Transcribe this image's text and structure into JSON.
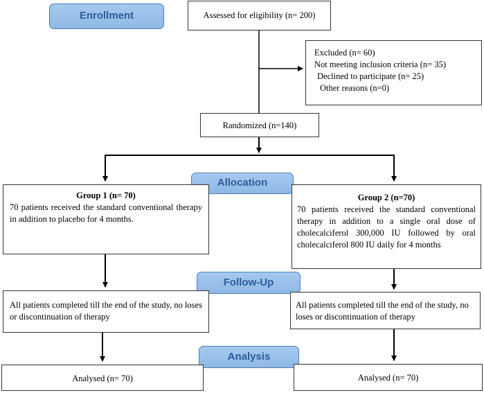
{
  "stages": {
    "enrollment": "Enrollment",
    "allocation": "Allocation",
    "follow_up": "Follow-Up",
    "analysis": "Analysis"
  },
  "assessed": "Assessed for eligibility (n= 200)",
  "excluded": {
    "title": "Excluded (n= 60)",
    "lines": [
      "Not meeting inclusion criteria (n= 35)",
      "Declined to participate (n= 25)",
      "Other reasons (n=0)"
    ]
  },
  "randomized": "Randomized (n=140)",
  "group1": {
    "title": "Group 1 (n= 70)",
    "text": "70 patients received the standard conventional therapy in addition to placebo for 4 months.",
    "follow_up": "All patients completed till the end of the study, no loses or discontinuation of therapy",
    "analysed": "Analysed (n= 70)"
  },
  "group2": {
    "title": "Group 2 (n=70)",
    "text": "70 patients received the standard conventional therapy in addition to a single oral dose of cholecalciferol 300,000 IU followed by oral cholecalciferol 800 IU daily for 4 months",
    "follow_up": "All patients completed till the end of the study, no loses or discontinuation of therapy",
    "analysed": "Analysed (n= 70)"
  },
  "colors": {
    "stage_fill": "#9dc3ec",
    "stage_border": "#4f7fb8",
    "stage_text": "#2c5d9c"
  }
}
